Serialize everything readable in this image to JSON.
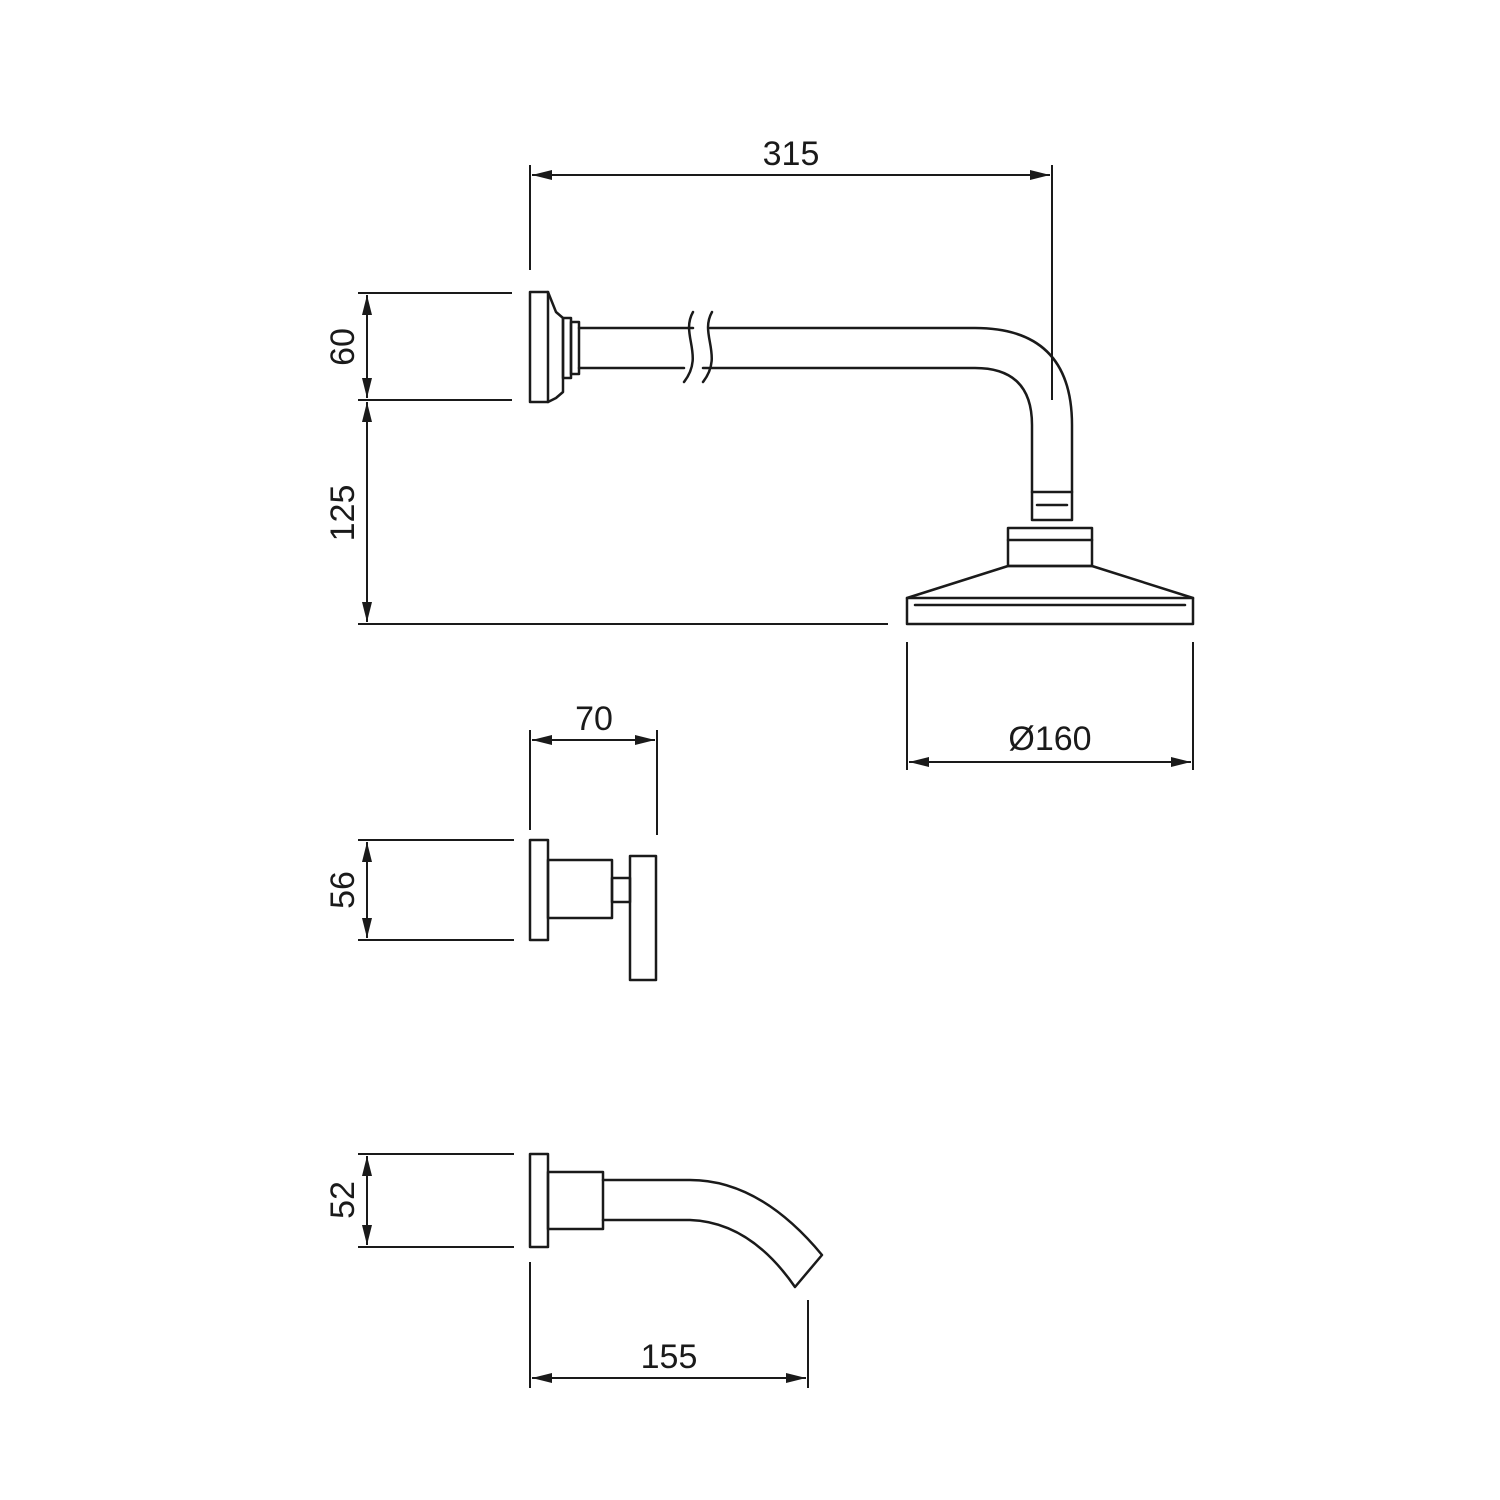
{
  "drawing": {
    "line_color": "#1a1a1a",
    "background": "#ffffff",
    "components": [
      "shower-arm-with-head",
      "wall-valve-handle",
      "tub-spout"
    ]
  },
  "dimensions": {
    "arm_length": "315",
    "flange_height": "60",
    "drop_height": "125",
    "head_diameter": "Ø160",
    "handle_projection": "70",
    "handle_flange": "56",
    "spout_flange": "52",
    "spout_projection": "155"
  }
}
